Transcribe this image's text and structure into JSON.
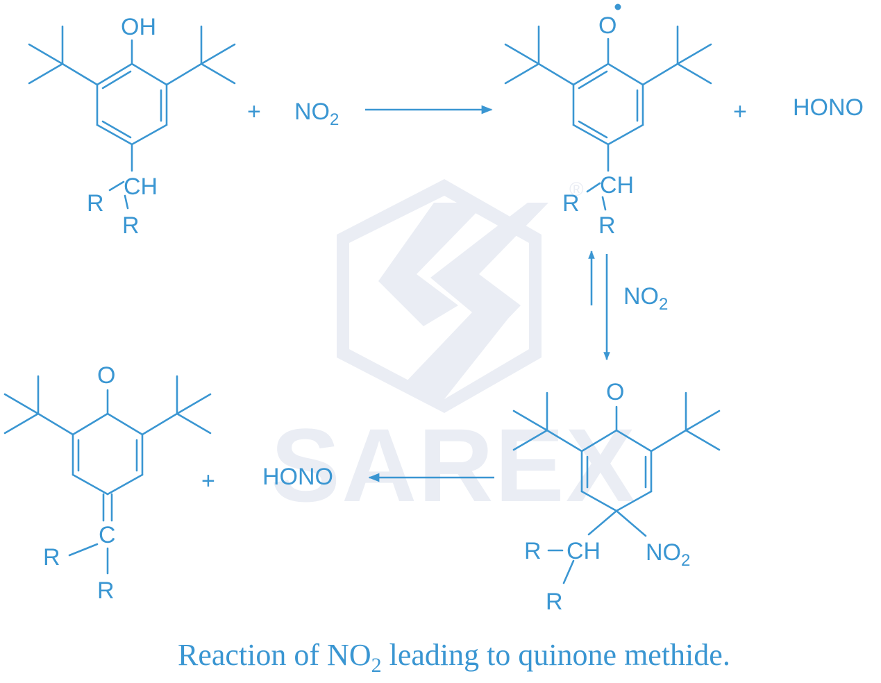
{
  "colors": {
    "ink": "#3a96d2",
    "watermark": "#eaedf4",
    "background": "#ffffff"
  },
  "watermark": {
    "text": "SAREX",
    "mark": "®"
  },
  "molecules": {
    "phenol": {
      "oh": "OH",
      "ch": "CH",
      "r1": "R",
      "r2": "R"
    },
    "phenoxy_radical": {
      "o": "O",
      "ch": "CH",
      "r1": "R",
      "r2": "R"
    },
    "nitro_adduct": {
      "o": "O",
      "ch": "CH",
      "r1": "R",
      "r2": "R",
      "no2_main": "NO",
      "no2_sub": "2"
    },
    "quinone_methide": {
      "o": "O",
      "c": "C",
      "r1": "R",
      "r2": "R"
    }
  },
  "reagents": {
    "plus_1": "+",
    "no2_1_main": "NO",
    "no2_1_sub": "2",
    "plus_2": "+",
    "hono_1": "HONO",
    "no2_2_main": "NO",
    "no2_2_sub": "2",
    "plus_3": "+",
    "hono_2": "HONO"
  },
  "caption": {
    "prefix": "Reaction of NO",
    "sub": "2",
    "suffix": " leading to quinone methide."
  }
}
